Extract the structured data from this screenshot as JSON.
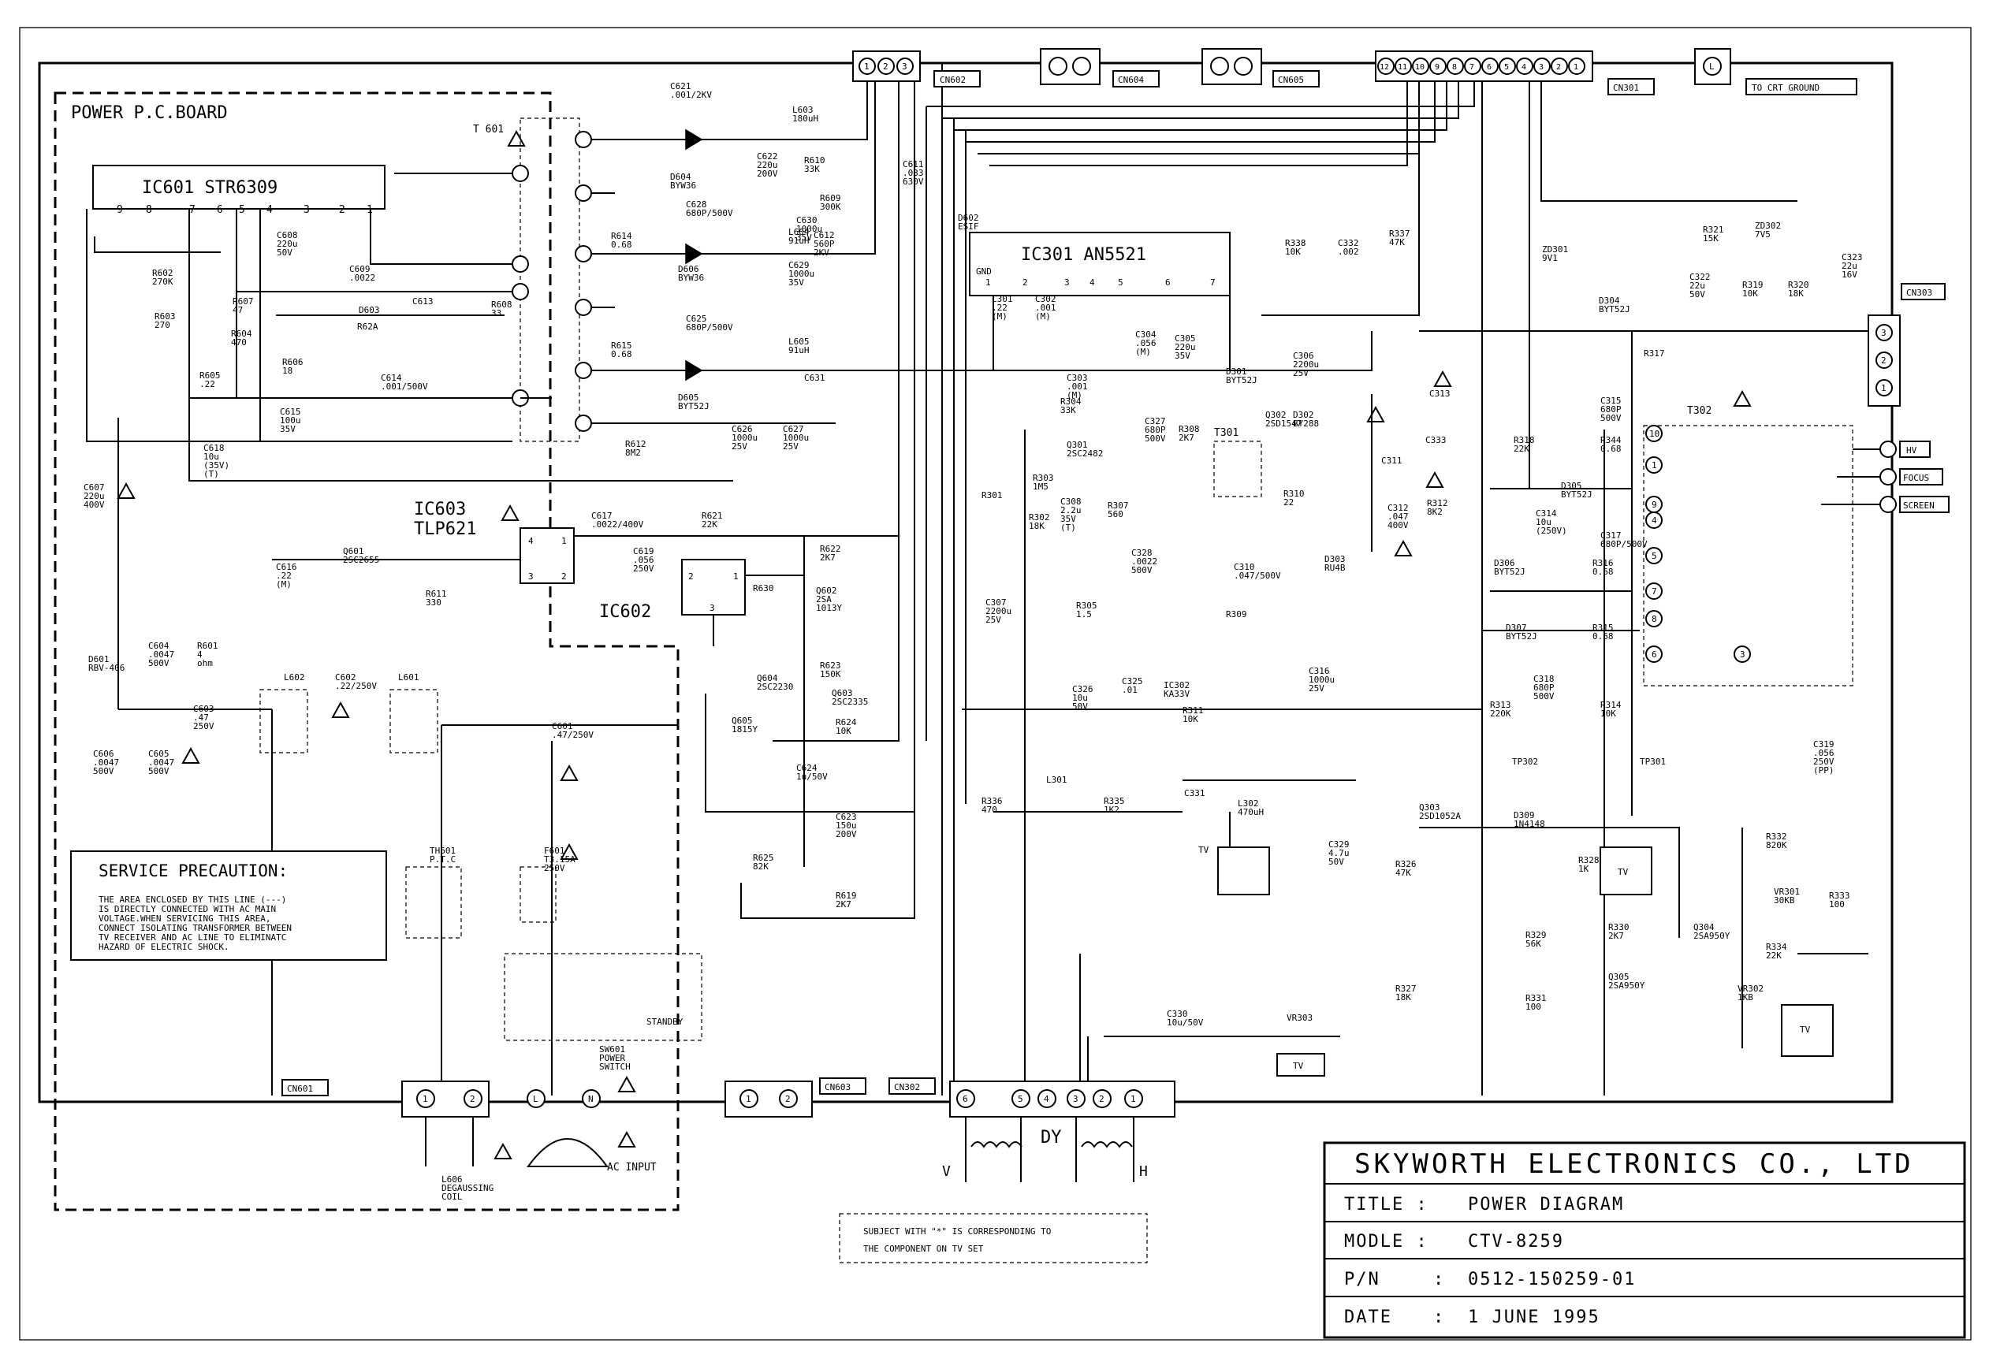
{
  "power_board": {
    "label": "POWER P.C.BOARD",
    "ic601": "IC601  STR6309",
    "ic601_pins": [
      "9",
      "8",
      "7",
      "6",
      "5",
      "4",
      "3",
      "2",
      "1"
    ],
    "ic603": [
      "IC603",
      "TLP621"
    ],
    "ic602": "IC602",
    "t601": "T 601",
    "ic603_pins": [
      "4",
      "1",
      "3",
      "2"
    ],
    "ic602_pins": [
      "2",
      "1",
      "3"
    ]
  },
  "main": {
    "ic301": "IC301  AN5521",
    "ic301_pins": [
      "GND",
      "1",
      "2",
      "3",
      "4",
      "5",
      "6",
      "7"
    ],
    "t301": "T301",
    "t302": "T302",
    "t302_pins": [
      "10",
      "1",
      "9",
      "4",
      "5",
      "7",
      "8",
      "6",
      "3"
    ]
  },
  "connectors": {
    "cn602": {
      "name": "CN602",
      "pins": [
        "1",
        "2",
        "3"
      ]
    },
    "cn604": {
      "name": "CN604"
    },
    "cn605": {
      "name": "CN605"
    },
    "cn301": {
      "name": "CN301",
      "pins": [
        "12",
        "11",
        "10",
        "9",
        "8",
        "7",
        "6",
        "5",
        "4",
        "3",
        "2",
        "1"
      ]
    },
    "cn_l": {
      "pin": "L",
      "label": "TO CRT GROUND"
    },
    "cn303": {
      "name": "CN303",
      "pins": [
        "3",
        "2",
        "1"
      ]
    },
    "cn601": {
      "name": "CN601",
      "pins": [
        "1",
        "2",
        "L",
        "N"
      ]
    },
    "cn603": {
      "name": "CN603",
      "pins": [
        "1",
        "2"
      ]
    },
    "cn302": {
      "name": "CN302",
      "pins": [
        "6",
        "5",
        "4",
        "3",
        "2",
        "1"
      ]
    },
    "outputs": [
      "HV",
      "FOCUS",
      "SCREEN"
    ],
    "dy": {
      "label": "DY",
      "v": "V",
      "h": "H"
    },
    "ac_input": "AC INPUT",
    "standby": "STANDBY"
  },
  "components": [
    [
      "R610 33K",
      1020,
      207
    ],
    [
      "C611 .033 630V",
      1145,
      212
    ],
    [
      "R609 300K",
      1040,
      255
    ],
    [
      "C612 560P 2KV",
      1032,
      302
    ],
    [
      "D602 ESIF",
      1215,
      280
    ],
    [
      "R602 270K",
      193,
      350
    ],
    [
      "R603 270",
      196,
      405
    ],
    [
      "R607 47",
      295,
      386
    ],
    [
      "R604 470",
      293,
      427
    ],
    [
      "C608 220u 50V",
      351,
      302
    ],
    [
      "C609 .0022",
      443,
      345
    ],
    [
      "D603",
      455,
      397
    ],
    [
      "C613",
      523,
      386
    ],
    [
      "R608 33",
      623,
      390
    ],
    [
      "R62A",
      453,
      418
    ],
    [
      "R606 18",
      358,
      463
    ],
    [
      "C614 .001/500V",
      483,
      483
    ],
    [
      "R605 .22",
      253,
      480
    ],
    [
      "C615 100u 35V",
      355,
      526
    ],
    [
      "C618 10u (35V) (T)",
      258,
      572
    ],
    [
      "C607 220u 400V",
      106,
      622
    ],
    [
      "C616 .22 (M)",
      350,
      723
    ],
    [
      "Q601 2SC2655",
      435,
      703
    ],
    [
      "R611 330",
      540,
      757
    ],
    [
      "C617 .0022/400V",
      750,
      658
    ],
    [
      "R612 8M2",
      793,
      567
    ],
    [
      "C619 .056 250V",
      803,
      703
    ],
    [
      "R621 22K",
      890,
      658
    ],
    [
      "R630",
      955,
      750
    ],
    [
      "R622 2K7",
      1040,
      700
    ],
    [
      "Q602 2SA 1013Y",
      1035,
      753
    ],
    [
      "R623 150K",
      1040,
      848
    ],
    [
      "Q603 2SC2335",
      1055,
      883
    ],
    [
      "Q604 2SC2230",
      960,
      864
    ],
    [
      "Q605 1815Y",
      928,
      918
    ],
    [
      "R624 10K",
      1060,
      920
    ],
    [
      "C624 1u/50V",
      1010,
      978
    ],
    [
      "C623 150u 200V",
      1060,
      1040
    ],
    [
      "R625 82K",
      955,
      1092
    ],
    [
      "R619 2K7",
      1060,
      1140
    ],
    [
      "D601 RBV-406",
      112,
      840
    ],
    [
      "C604 .0047 500V",
      188,
      823
    ],
    [
      "R601 4 ohm",
      250,
      823
    ],
    [
      "C603 .47 250V",
      245,
      903
    ],
    [
      "C606 .0047 500V",
      118,
      960
    ],
    [
      "C605 .0047 500V",
      188,
      960
    ],
    [
      "L602",
      360,
      863
    ],
    [
      "C602 .22/250V",
      425,
      863
    ],
    [
      "L601",
      505,
      863
    ],
    [
      "C601 .47/250V",
      700,
      925
    ],
    [
      "TH601 P.T.C",
      545,
      1083
    ],
    [
      "F601 T3.15A 250V",
      690,
      1083
    ],
    [
      "L606 DEGAUSSING COIL",
      560,
      1500
    ],
    [
      "SW601 POWER SWITCH",
      760,
      1335
    ],
    [
      "C621 .001/2KV",
      850,
      113
    ],
    [
      "L603 180uH",
      1005,
      143
    ],
    [
      "D604 BYW36",
      850,
      228
    ],
    [
      "C622 220u 200V",
      960,
      202
    ],
    [
      "C628 680P/500V",
      870,
      263
    ],
    [
      "R614 0.68",
      775,
      303
    ],
    [
      "L604 91uH",
      1000,
      298
    ],
    [
      "C630 1000u 35V",
      1010,
      283
    ],
    [
      "D606 BYW36",
      860,
      345
    ],
    [
      "C629 1000u 35V",
      1000,
      340
    ],
    [
      "C625 680P/500V",
      870,
      408
    ],
    [
      "R615 0.68",
      775,
      442
    ],
    [
      "L605 91uH",
      1000,
      437
    ],
    [
      "D605 BYT52J",
      860,
      508
    ],
    [
      "C631",
      1020,
      483
    ],
    [
      "C626 1000u 25V",
      928,
      548
    ],
    [
      "C627 1000u 25V",
      993,
      548
    ],
    [
      "R338 10K",
      1630,
      312
    ],
    [
      "C332 .002",
      1697,
      312
    ],
    [
      "R337 47K",
      1762,
      300
    ],
    [
      "ZD301 9V1",
      1956,
      320
    ],
    [
      "R321 15K",
      2160,
      295
    ],
    [
      "ZD302 7V5",
      2226,
      290
    ],
    [
      "C323 22u 16V",
      2336,
      330
    ],
    [
      "C322 22u 50V",
      2143,
      355
    ],
    [
      "R319 10K",
      2210,
      365
    ],
    [
      "R320 18K",
      2268,
      365
    ],
    [
      "D304 BYT52J",
      2028,
      385
    ],
    [
      "R317",
      2085,
      452
    ],
    [
      "C315 680P 500V",
      2030,
      512
    ],
    [
      "R318 22K",
      1920,
      562
    ],
    [
      "R344 0.68",
      2030,
      562
    ],
    [
      "D305 BYT52J",
      1980,
      620
    ],
    [
      "C314 10u (250V)",
      1948,
      655
    ],
    [
      "C317 680P/500V",
      2030,
      683
    ],
    [
      "D306 BYT52J",
      1895,
      718
    ],
    [
      "R316 0.68",
      2020,
      718
    ],
    [
      "D307 BYT52J",
      1910,
      800
    ],
    [
      "R315 0.68",
      2020,
      800
    ],
    [
      "C318 680P 500V",
      1945,
      865
    ],
    [
      "R313 220K",
      1890,
      898
    ],
    [
      "R314 10K",
      2030,
      898
    ],
    [
      "TP302",
      1918,
      970
    ],
    [
      "TP301",
      2080,
      970
    ],
    [
      "C319 .056 250V (PP)",
      2300,
      948
    ],
    [
      "C301 .22 (M)",
      1258,
      383
    ],
    [
      "C302 .001 (M)",
      1313,
      383
    ],
    [
      "C303 .001 (M)",
      1353,
      483
    ],
    [
      "C304 .056 (M)",
      1440,
      428
    ],
    [
      "C305 220u 35V",
      1490,
      433
    ],
    [
      "D301 BYT52J",
      1555,
      475
    ],
    [
      "C306 2200u 25V",
      1640,
      455
    ],
    [
      "R304 33K",
      1345,
      513
    ],
    [
      "Q301 2SC2482",
      1353,
      568
    ],
    [
      "C327 680P 500V",
      1452,
      538
    ],
    [
      "R308 2K7",
      1495,
      548
    ],
    [
      "Q302 2SD1547",
      1605,
      530
    ],
    [
      "D302 BY288",
      1640,
      530
    ],
    [
      "C313",
      1813,
      503
    ],
    [
      "C333",
      1808,
      562
    ],
    [
      "C311",
      1752,
      588
    ],
    [
      "R303 1M5",
      1310,
      610
    ],
    [
      "C308 2.2u 35V (T)",
      1345,
      640
    ],
    [
      "R307 560",
      1405,
      645
    ],
    [
      "R310 22",
      1628,
      630
    ],
    [
      "R312 8K2",
      1810,
      642
    ],
    [
      "C312 .047 400V",
      1760,
      648
    ],
    [
      "R301",
      1245,
      632
    ],
    [
      "R302 18K",
      1305,
      660
    ],
    [
      "C328 .0022 500V",
      1435,
      705
    ],
    [
      "C310 .047/500V",
      1565,
      723
    ],
    [
      "D303 RU4B",
      1680,
      713
    ],
    [
      "C307 2200u 25V",
      1250,
      768
    ],
    [
      "R305 1.5",
      1365,
      772
    ],
    [
      "R309",
      1555,
      783
    ],
    [
      "C316 1000u 25V",
      1660,
      855
    ],
    [
      "C326 10u 50V",
      1360,
      878
    ],
    [
      "C325 .01",
      1423,
      868
    ],
    [
      "IC302 KA33V",
      1476,
      873
    ],
    [
      "R311 10K",
      1500,
      905
    ],
    [
      "R336 470",
      1245,
      1020
    ],
    [
      "L301",
      1327,
      993
    ],
    [
      "R335 1K2",
      1400,
      1020
    ],
    [
      "C331",
      1502,
      1010
    ],
    [
      "L302 470uH",
      1570,
      1023
    ],
    [
      "C329 4.7u 50V",
      1685,
      1075
    ],
    [
      "Q303 2SD1052A",
      1800,
      1028
    ],
    [
      "D309 1N4148",
      1920,
      1038
    ],
    [
      "R326 47K",
      1770,
      1100
    ],
    [
      "R328 1K",
      2002,
      1095
    ],
    [
      "R329 56K",
      1935,
      1190
    ],
    [
      "R330 2K7",
      2040,
      1180
    ],
    [
      "Q305 2SA950Y",
      2040,
      1243
    ],
    [
      "Q304 2SA950Y",
      2148,
      1180
    ],
    [
      "R332 820K",
      2240,
      1065
    ],
    [
      "VR301 30KB",
      2250,
      1135
    ],
    [
      "R333 100",
      2320,
      1140
    ],
    [
      "R334 22K",
      2240,
      1205
    ],
    [
      "VR302 1KB",
      2204,
      1258
    ],
    [
      "R327 18K",
      1770,
      1258
    ],
    [
      "R331 100",
      1935,
      1270
    ],
    [
      "C330 10u/50V",
      1480,
      1290
    ],
    [
      "VR303",
      1632,
      1295
    ]
  ],
  "notes": {
    "precaution_title": "SERVICE PRECAUTION:",
    "precaution_lines": [
      "THE AREA ENCLOSED BY THIS LINE (---)",
      "IS DIRECTLY CONNECTED WITH AC MAIN",
      "VOLTAGE.WHEN SERVICING THIS AREA,",
      "CONNECT ISOLATING TRANSFORMER BETWEEN",
      "TV RECEIVER AND AC LINE TO ELIMINATC",
      "HAZARD OF ELECTRIC SHOCK."
    ],
    "subject_lines": [
      "SUBJECT WITH \"*\" IS CORRESPONDING TO",
      "THE COMPONENT ON TV SET"
    ],
    "tv_labels": [
      "TV",
      "TV",
      "TV",
      "TV"
    ]
  },
  "title_block": {
    "company": "SKYWORTH ELECTRONICS CO., LTD",
    "title_key": "TITLE :",
    "title_val": "POWER DIAGRAM",
    "model_key": "MODLE :",
    "model_val": "CTV-8259",
    "pn_key": "P/N",
    "pn_sep": ":",
    "pn_val": "0512-150259-01",
    "date_key": "DATE",
    "date_sep": ":",
    "date_val": "1 JUNE 1995"
  }
}
